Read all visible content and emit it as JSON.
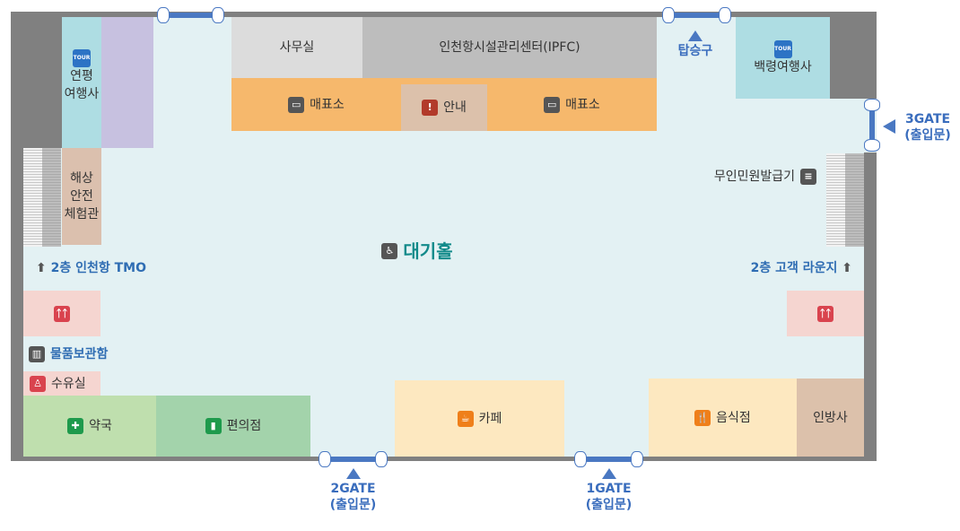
{
  "map": {
    "hall": "대기홀",
    "rooms": {
      "yeonpyeong": "연평\n여행사",
      "safety": "해상\n안전\n체험관",
      "office": "사무실",
      "ipfc": "인천항시설관리센터(IPFC)",
      "ticket_left": "매표소",
      "info": "안내",
      "ticket_right": "매표소",
      "baengnyeong": "백령여행사",
      "kiosk": "무인민원발급기",
      "locker": "물품보관함",
      "nursing": "수유실",
      "pharmacy": "약국",
      "store": "편의점",
      "cafe": "카페",
      "restaurant": "음식점",
      "inbangsa": "인방사"
    },
    "tour_badge": "TOUR",
    "links": {
      "tmo": "2층 인천항 TMO",
      "lounge": "2층 고객 라운지"
    },
    "gates": {
      "boarding": "탑승구",
      "gate3": "3GATE",
      "gate2": "2GATE",
      "gate1": "1GATE",
      "sub": "(출입문)"
    }
  },
  "colors": {
    "floor": "#e3f1f3",
    "wall": "#808080",
    "accent": "#3a6dbd",
    "hall": "#128a8a"
  }
}
